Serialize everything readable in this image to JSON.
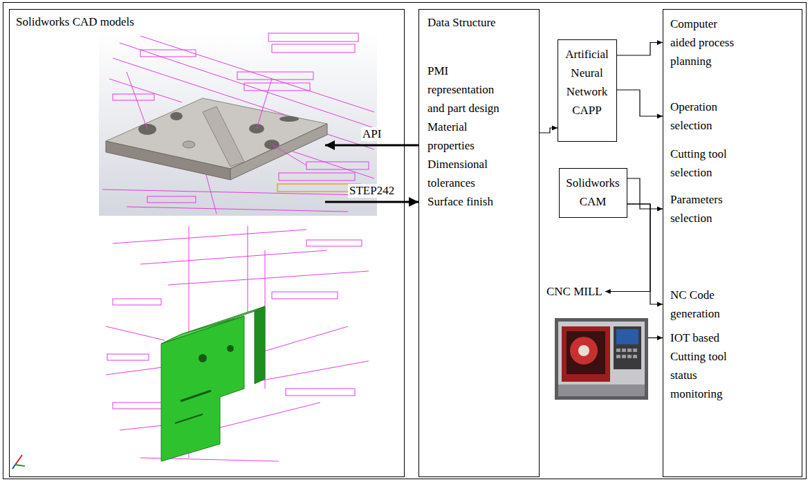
{
  "diagram": {
    "nodes": [
      {
        "text": [
          "Solidworks CAD models"
        ]
      },
      {
        "text": [
          "Data Structure",
          "PMI representation and part design",
          "Material properties",
          "Dimensional tolerances",
          "Surface finish"
        ]
      },
      {
        "text": [
          "Artificial Neural Network CAPP"
        ]
      },
      {
        "text": [
          "Solidworks CAM"
        ]
      },
      {
        "text": [
          "Computer aided process planning",
          "Operation selection",
          "Cutting tool selection",
          "Parameters selection",
          "NC Code generation",
          "IOT based Cutting tool status monitoring"
        ]
      },
      {
        "text": [
          "CNC MILL"
        ]
      }
    ],
    "edges": [
      {
        "from": 1,
        "to": 0,
        "arrow": "to",
        "label": "API"
      },
      {
        "from": 0,
        "to": 1,
        "arrow": "to",
        "label": "STEP242"
      },
      {
        "from": 1,
        "to": 2,
        "arrow": "to"
      },
      {
        "from": 2,
        "to": 4,
        "arrow": "to"
      },
      {
        "from": 2,
        "to": 4,
        "arrow": "to"
      },
      {
        "from": 3,
        "to": 4,
        "arrow": "to"
      },
      {
        "from": 3,
        "to": 4,
        "arrow": "to"
      },
      {
        "from": 3,
        "to": 5,
        "arrow": "to"
      },
      {
        "from": 5,
        "to": 4,
        "arrow": "to"
      }
    ]
  }
}
